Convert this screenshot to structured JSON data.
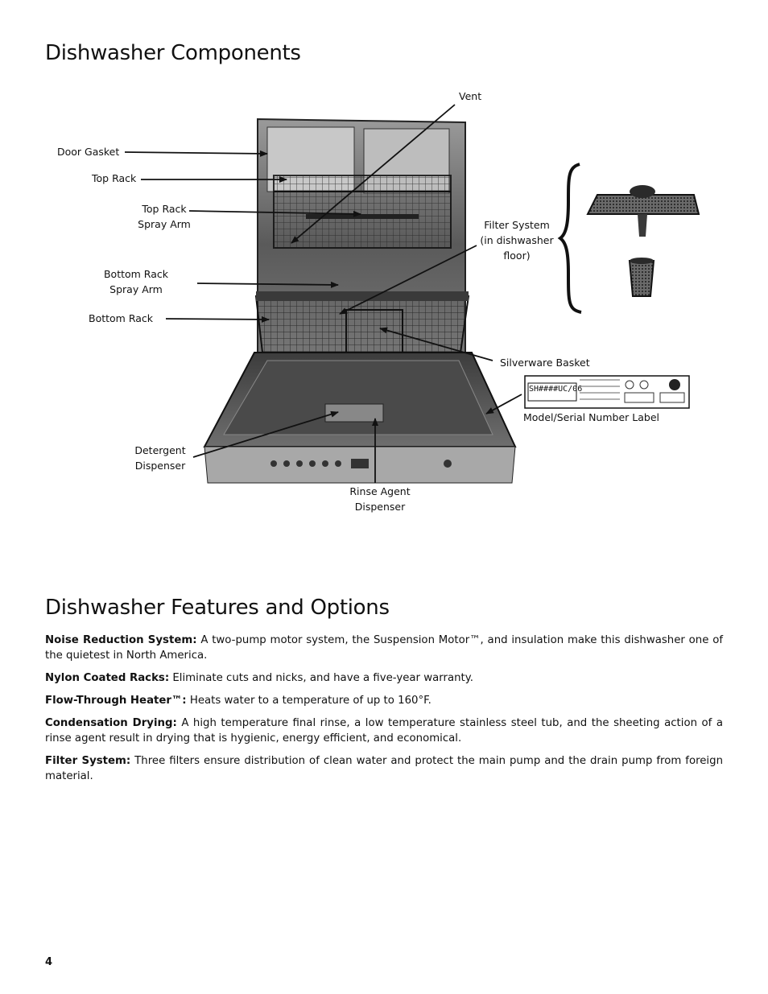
{
  "headings": {
    "components": "Dishwasher Components",
    "features": "Dishwasher Features and Options"
  },
  "diagram_labels": {
    "vent": "Vent",
    "door_gasket": "Door Gasket",
    "top_rack": "Top Rack",
    "top_rack_spray_arm_1": "Top Rack",
    "top_rack_spray_arm_2": "Spray Arm",
    "filter_system_1": "Filter System",
    "filter_system_2": "(in dishwasher",
    "filter_system_3": "floor)",
    "bottom_rack_spray_arm_1": "Bottom Rack",
    "bottom_rack_spray_arm_2": "Spray Arm",
    "bottom_rack": "Bottom Rack",
    "silverware_basket": "Silverware Basket",
    "model_serial_label": "Model/Serial Number Label",
    "detergent_dispenser_1": "Detergent",
    "detergent_dispenser_2": "Dispenser",
    "rinse_agent_dispenser_1": "Rinse Agent",
    "rinse_agent_dispenser_2": "Dispenser",
    "label_plate_model": "SH####UC/06"
  },
  "features": [
    {
      "term": "Noise Reduction System:",
      "text": " A two-pump motor system, the Suspension Motor™, and insulation make this dishwasher one of the quietest in North America."
    },
    {
      "term": "Nylon Coated Racks:",
      "text": " Eliminate cuts and nicks, and have a five-year warranty."
    },
    {
      "term": "Flow-Through Heater™:",
      "text": " Heats water to a temperature of up to 160°F."
    },
    {
      "term": "Condensation Drying:",
      "text": " A high temperature final rinse, a low temperature stainless steel tub, and the sheeting action of a rinse agent result in drying that is hygienic, energy efficient, and economical."
    },
    {
      "term": "Filter System:",
      "text": " Three filters ensure distribution of clean water and protect the main pump and the drain pump from foreign material."
    }
  ],
  "page_number": "4"
}
